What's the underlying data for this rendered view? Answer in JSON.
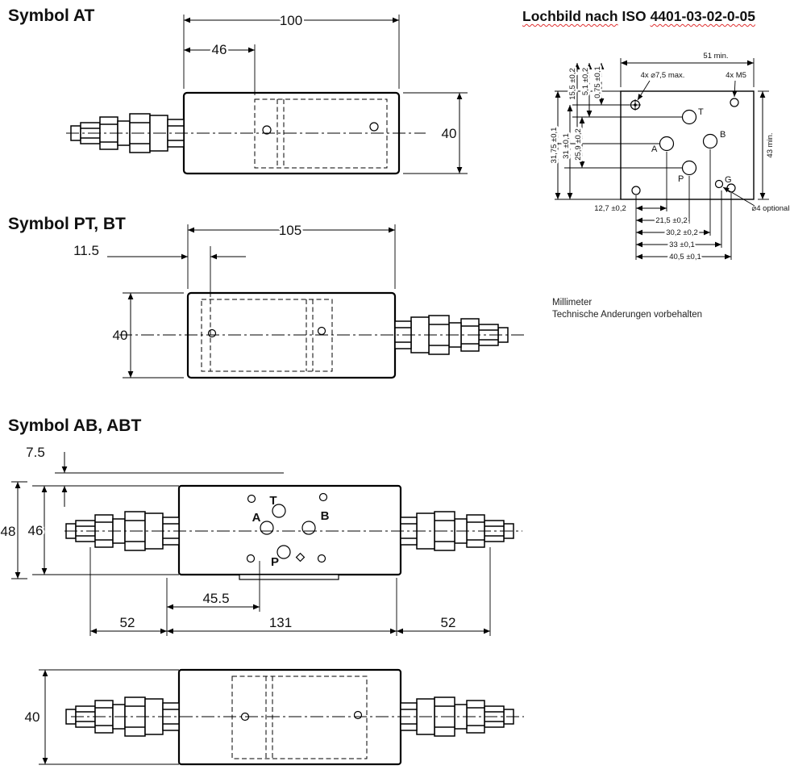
{
  "page": {
    "background": "#ffffff"
  },
  "sections": {
    "at": {
      "heading": "Symbol AT",
      "dim_width": "100",
      "dim_offset": "46",
      "dim_height": "40"
    },
    "iso": {
      "heading_lochbild": "Lochbild nach",
      "heading_iso": "ISO",
      "heading_number": "4401-03-02-0-05",
      "dim_width_top": "51 min.",
      "callout_holes": "4x ⌀7,5 max.",
      "callout_m5": "4x M5",
      "dim_155": "15,5 ±0,2",
      "dim_51": "5,1 ±0,2",
      "dim_075": "0,75 ±0,1",
      "dim_3175": "31,75 ±0,1",
      "dim_31": "31 ±0,1",
      "dim_259": "25,9 ±0,2",
      "dim_height_right": "43 min.",
      "dim_127": "12,7 ±0,2",
      "dim_215": "21,5 ±0,2",
      "dim_302": "30,2 ±0,2",
      "dim_33": "33 ±0,1",
      "dim_405": "40,5 ±0,1",
      "callout_d4": "⌀4 optional",
      "port_t": "T",
      "port_a": "A",
      "port_b": "B",
      "port_p": "P",
      "port_g": "G",
      "note_line1": "Millimeter",
      "note_line2": "Technische Anderungen vorbehalten"
    },
    "ptbt": {
      "heading": "Symbol PT, BT",
      "dim_length": "105",
      "dim_offset": "11.5",
      "dim_height": "40"
    },
    "ababt": {
      "heading": "Symbol AB, ABT",
      "dim_75": "7.5",
      "dim_48": "48",
      "dim_46": "46",
      "dim_455": "45.5",
      "dim_52_left": "52",
      "dim_131": "131",
      "dim_52_right": "52",
      "dim_40": "40",
      "port_t": "T",
      "port_a": "A",
      "port_b": "B",
      "port_p": "P"
    }
  }
}
